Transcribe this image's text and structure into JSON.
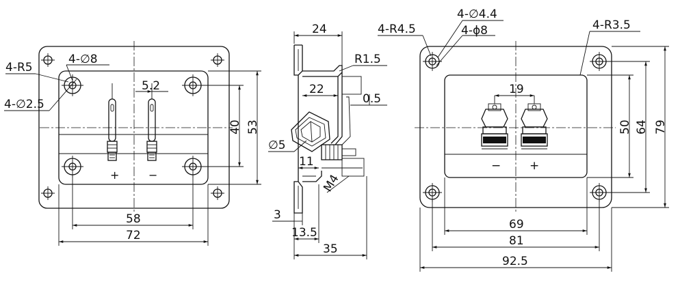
{
  "front_view": {
    "dims": {
      "r5": "4-R5",
      "d8": "4-∅8",
      "d25": "4-∅2.5",
      "w52": "5.2",
      "h40": "40",
      "h53": "53",
      "w58": "58",
      "w72": "72"
    },
    "terminal_plus": "+",
    "terminal_minus": "−"
  },
  "side_view": {
    "dims": {
      "w24": "24",
      "r15": "R1.5",
      "w22": "22",
      "t05": "0.5",
      "d5": "∅5",
      "w11": "11",
      "m4": "M4",
      "t3": "3",
      "w135": "13.5",
      "w35": "35"
    }
  },
  "rear_view": {
    "dims": {
      "r45": "4-R4.5",
      "d44": "4-∅4.4",
      "phi8": "4-ϕ8",
      "r35": "4-R3.5",
      "w19": "19",
      "h50": "50",
      "h64": "64",
      "h79": "79",
      "w69": "69",
      "w81": "81",
      "w925": "92.5"
    },
    "terminal_minus": "−",
    "terminal_plus": "+"
  }
}
